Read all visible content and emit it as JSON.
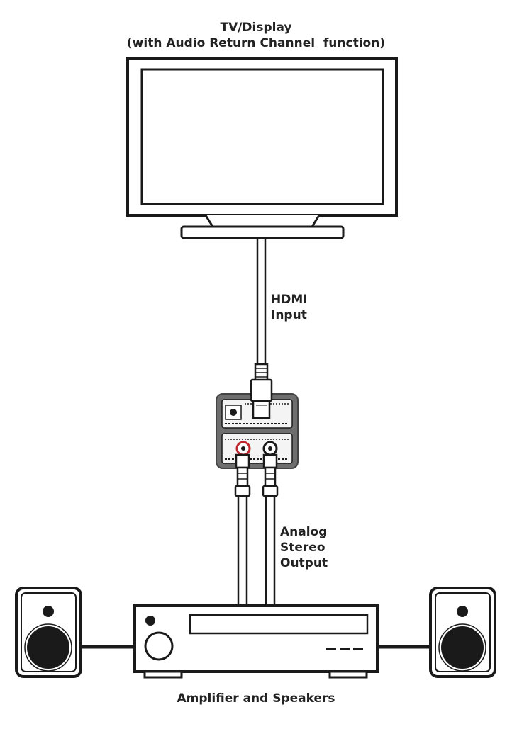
{
  "tv": {
    "title_line1": "TV/Display",
    "title_line2": "(with Audio Return Channel  function)"
  },
  "hdmi": {
    "label_line1": "HDMI",
    "label_line2": "Input"
  },
  "analog": {
    "label_line1": "Analog",
    "label_line2": "Stereo",
    "label_line3": "Output"
  },
  "amplifier": {
    "label": "Amplifier and Speakers"
  },
  "colors": {
    "outline": "#1a1a1a",
    "device_body": "#6e6e6e",
    "rca_red": "#c0262d",
    "background": "#ffffff"
  },
  "icons": [
    "tv-display-icon",
    "converter-box-icon",
    "hdmi-plug-icon",
    "rca-plug-icon",
    "amplifier-icon",
    "speaker-icon"
  ]
}
